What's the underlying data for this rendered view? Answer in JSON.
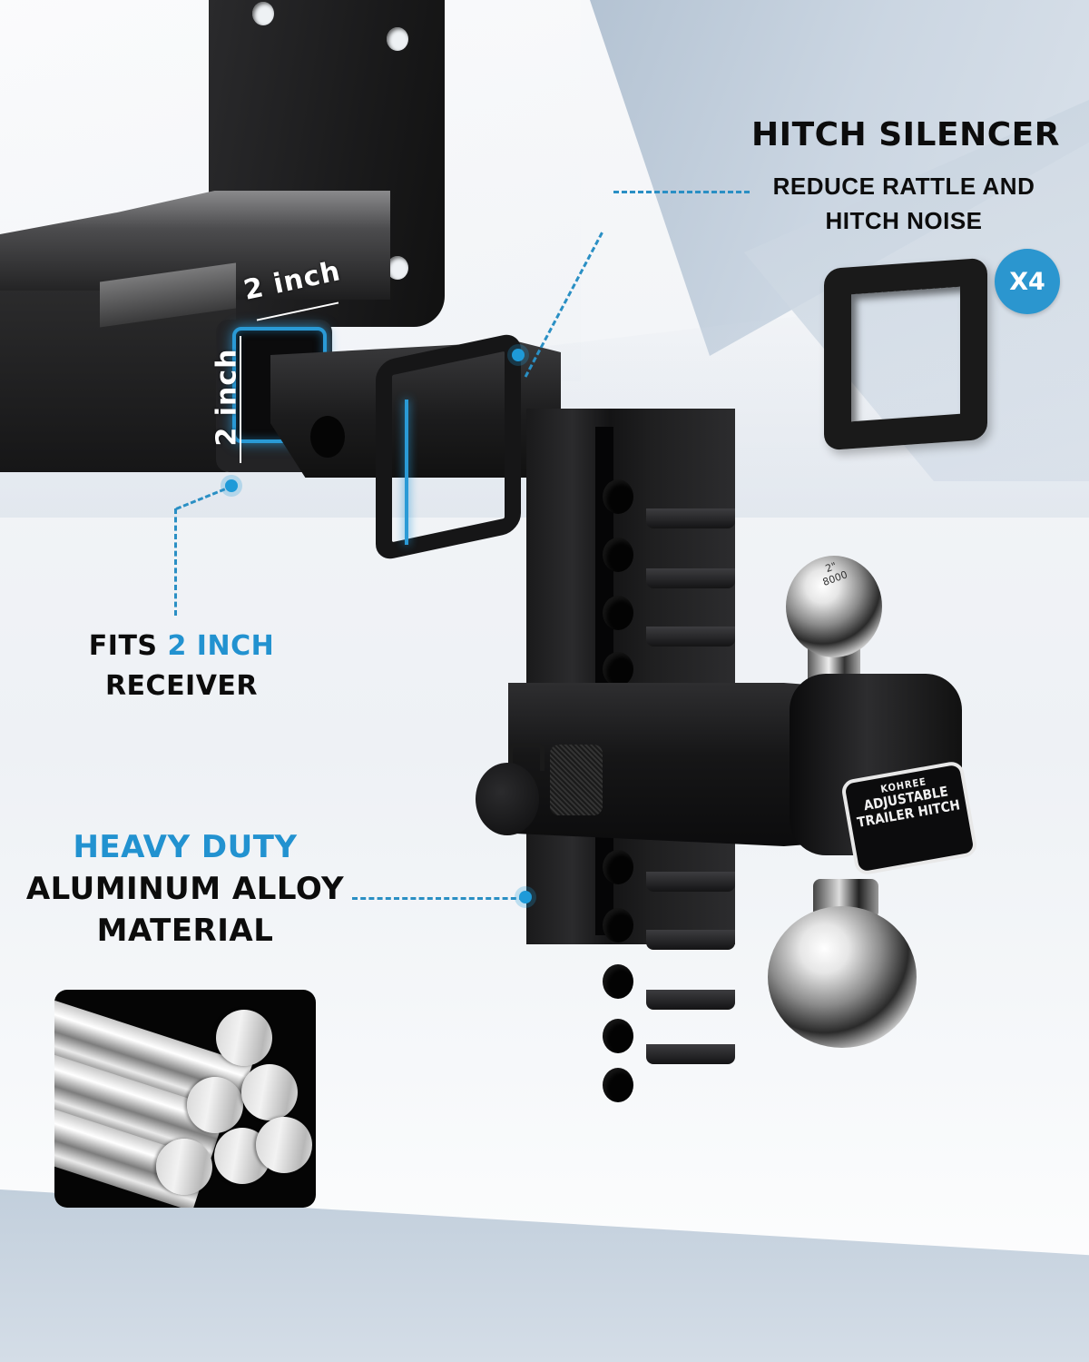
{
  "callouts": {
    "silencer": {
      "title": "HITCH SILENCER",
      "subtitle_line1": "REDUCE RATTLE AND",
      "subtitle_line2": "HITCH NOISE",
      "quantity_badge": "X4"
    },
    "receiver": {
      "prefix": "FITS",
      "highlight": "2 INCH",
      "line2": "RECEIVER"
    },
    "material": {
      "highlight": "HEAVY DUTY",
      "line2": "ALUMINUM ALLOY",
      "line3": "MATERIAL"
    }
  },
  "dimensions": {
    "width_label": "2 inch",
    "height_label": "2 inch"
  },
  "product": {
    "badge_brand": "KOHREE",
    "badge_line1": "ADJUSTABLE",
    "badge_line2": "TRAILER HITCH",
    "ball_marking": "2\" 8000"
  },
  "colors": {
    "accent_blue": "#2292d0",
    "text_dark": "#0c0c0c",
    "product_black": "#161617",
    "background_light": "#f4f6f9",
    "background_facet": "#b4c3d3"
  }
}
